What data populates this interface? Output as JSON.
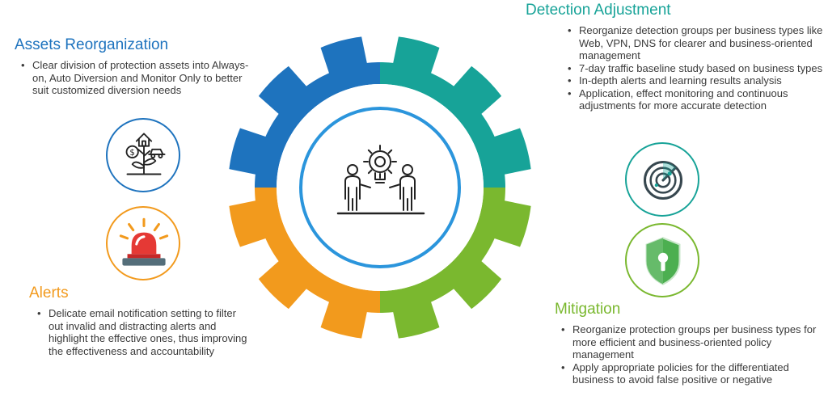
{
  "assets": {
    "title": "Assets Reorganization",
    "bullets": [
      "Clear division of protection assets into Always-on, Auto Diversion and Monitor Only to better suit customized diversion needs"
    ]
  },
  "detection": {
    "title": "Detection Adjustment",
    "bullets": [
      "Reorganize detection groups per business types like Web, VPN, DNS for clearer and business-oriented management",
      "7-day traffic baseline study based on business types",
      "In-depth alerts and learning results analysis",
      "Application, effect monitoring and continuous adjustments for more accurate detection"
    ]
  },
  "alerts": {
    "title": "Alerts",
    "bullets": [
      "Delicate email notification setting to filter out invalid and distracting alerts and highlight the effective ones, thus improving the effectiveness and accountability"
    ]
  },
  "mitigation": {
    "title": "Mitigation",
    "bullets": [
      "Reorganize protection groups  per business types for more efficient and business-oriented policy management",
      "Apply appropriate policies for the differentiated business to avoid false positive or negative"
    ]
  },
  "colors": {
    "blue": "#1e73be",
    "teal": "#17a398",
    "green": "#7ab82f",
    "orange": "#f29a1d",
    "ring": "#2b95dc",
    "siren_red": "#e53935",
    "shield_green": "#4caf50"
  },
  "icons": {
    "center": "people-lightbulb-gear-icon",
    "assets": "money-house-car-plant-icon",
    "alerts": "siren-icon",
    "detection": "radar-icon",
    "mitigation": "shield-keyhole-icon"
  }
}
